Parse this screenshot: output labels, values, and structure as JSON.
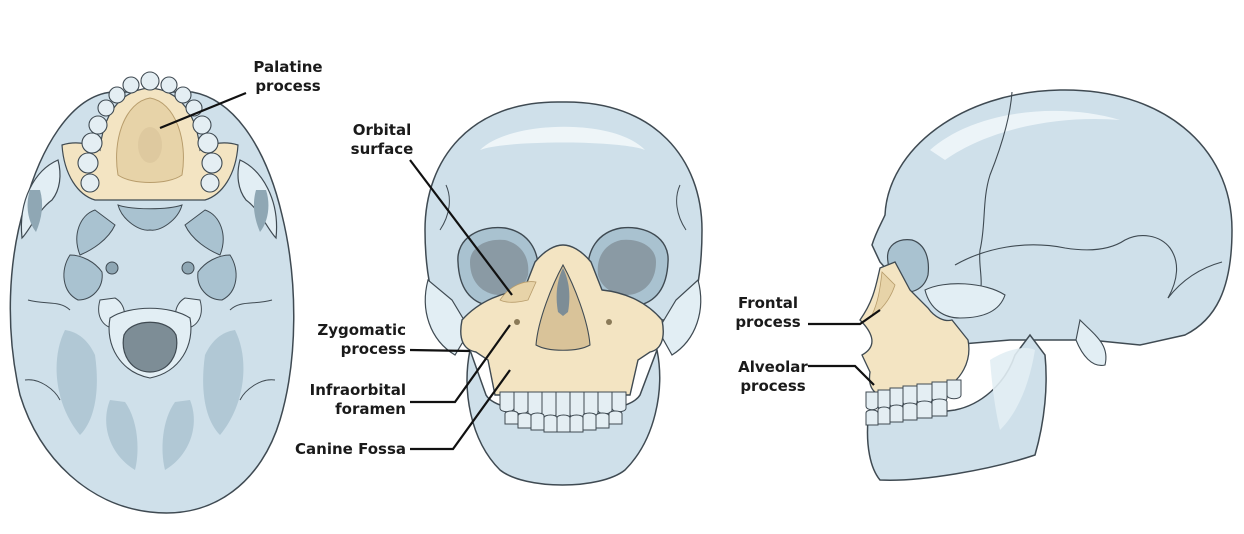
{
  "colors": {
    "bone": "#cfe0ea",
    "bone_light": "#e2eef4",
    "bone_highlight": "#f1f7fa",
    "bone_shadow": "#a9c2d0",
    "shadow_dark": "#8fa7b4",
    "cavity": "#7d8d96",
    "outline": "#3f4a52",
    "maxilla": "#f3e4c2",
    "maxilla_shadow": "#d9c399",
    "teeth": "#e4eef3",
    "leader_line": "#111111",
    "label_text": "#1a1a1a"
  },
  "views": {
    "inferior": {
      "name": "inferior-view"
    },
    "anterior": {
      "name": "anterior-view"
    },
    "lateral": {
      "name": "lateral-view"
    }
  },
  "labels": {
    "palatine": {
      "line1": "Palatine",
      "line2": "process"
    },
    "orbital": {
      "line1": "Orbital",
      "line2": "surface"
    },
    "zygomatic": {
      "line1": "Zygomatic",
      "line2": "process"
    },
    "infraorbital": {
      "line1": "Infraorbital",
      "line2": "foramen"
    },
    "canine": {
      "line1": "Canine Fossa"
    },
    "frontal": {
      "line1": "Frontal",
      "line2": "process"
    },
    "alveolar": {
      "line1": "Alveolar",
      "line2": "process"
    }
  }
}
